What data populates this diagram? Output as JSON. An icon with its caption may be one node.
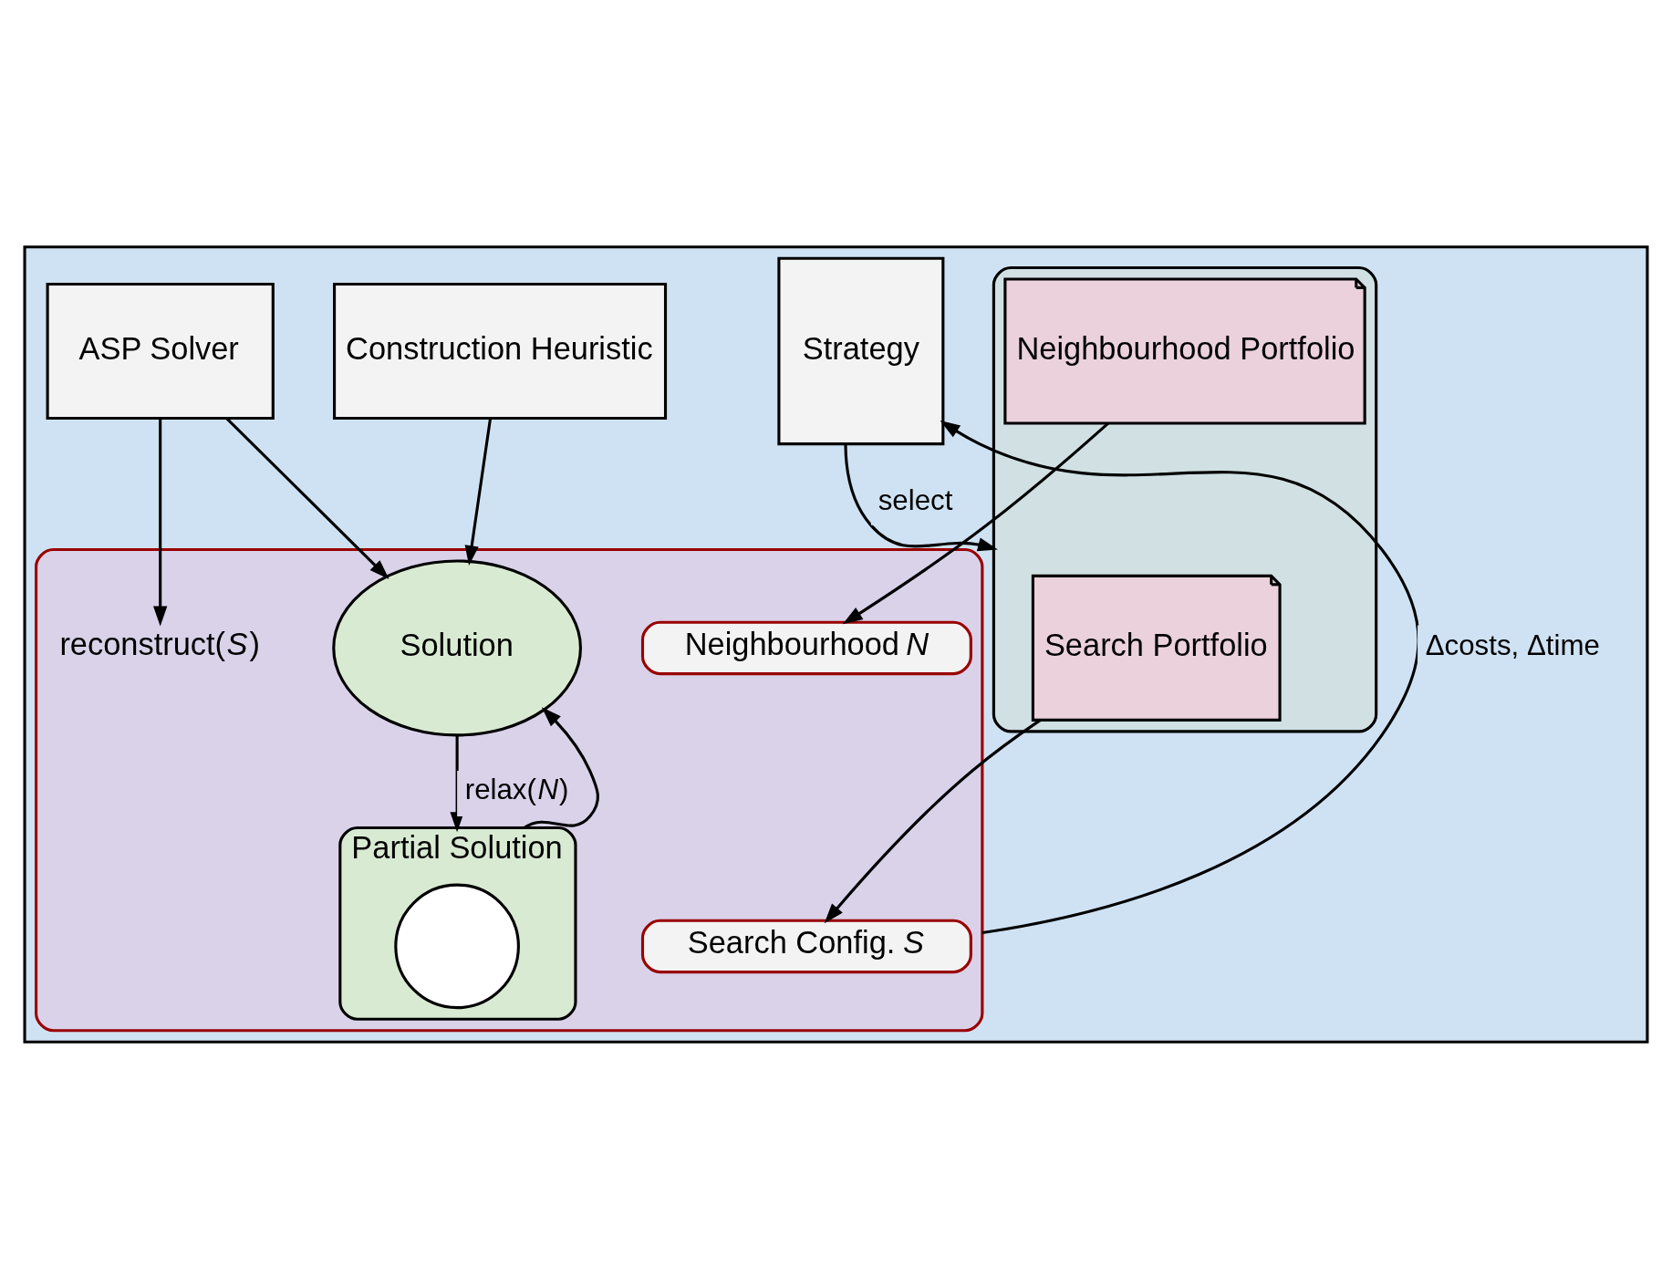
{
  "diagram": {
    "nodes": [
      {
        "text": [],
        "shape": "box"
      },
      {
        "text": [
          "Strategy"
        ],
        "in": 0
      },
      {
        "text": [],
        "shape": "box",
        "in": 0
      },
      {
        "text": [
          "Search Portfolio"
        ],
        "in": 2
      },
      {
        "text": [
          "Neighbourhood Portfolio"
        ],
        "in": 2
      },
      {
        "text": [],
        "shape": "box",
        "in": 0
      },
      {
        "text": [
          "Search Config. *S*"
        ],
        "in": 5
      },
      {
        "text": [
          "Neighbourhood *N*"
        ],
        "in": 5
      },
      {
        "text": [
          "Solution"
        ],
        "in": 5
      },
      {
        "text": [
          "Partial Solution"
        ],
        "in": 5
      },
      {
        "text": [],
        "shape": "circle",
        "in": 9
      },
      {
        "text": [
          "Construction Heuristic"
        ],
        "in": 0
      },
      {
        "text": [
          "ASP Solver"
        ],
        "in": 0
      },
      {
        "text": [
          "reconstruct(*S*)"
        ],
        "in": 5
      }
    ],
    "edges": [
      {
        "from": 1,
        "to": 2,
        "arrow": "to",
        "label": "select"
      },
      {
        "from": 3,
        "to": 6,
        "arrow": "to"
      },
      {
        "from": 4,
        "to": 7,
        "arrow": "to"
      },
      {
        "from": 5,
        "to": 1,
        "arrow": "to",
        "label": "Δcosts, Δtime"
      },
      {
        "from": 8,
        "to": 9,
        "arrow": "to",
        "label": "relax(*N*)"
      },
      {
        "from": 9,
        "to": 8,
        "arrow": "to"
      },
      {
        "from": 11,
        "to": 8,
        "arrow": "to"
      },
      {
        "from": 12,
        "to": 8,
        "arrow": "to"
      },
      {
        "from": 12,
        "to": 13,
        "arrow": "to"
      }
    ]
  }
}
